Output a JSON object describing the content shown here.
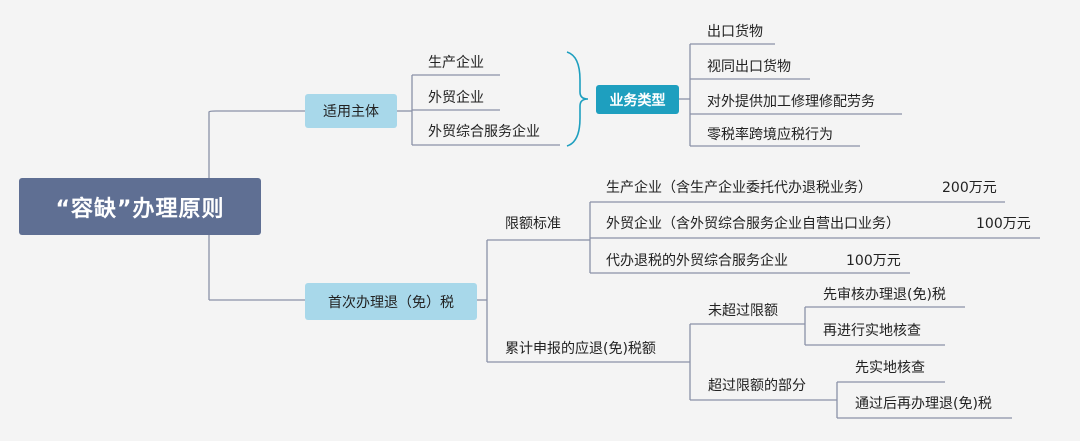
{
  "root": "“容缺”办理原则",
  "branches": {
    "subject": {
      "label": "适用主体",
      "items": [
        "生产企业",
        "外贸企业",
        "外贸综合服务企业"
      ],
      "tag": "业务类型",
      "types": [
        "出口货物",
        "视同出口货物",
        "对外提供加工修理修配劳务",
        "零税率跨境应税行为"
      ]
    },
    "first": {
      "label": "首次办理退（免）税",
      "limit": {
        "label": "限额标准",
        "items": [
          {
            "name": "生产企业（含生产企业委托代办退税业务）",
            "amount": "200万元"
          },
          {
            "name": "外贸企业（含外贸综合服务企业自营出口业务）",
            "amount": "100万元"
          },
          {
            "name": "代办退税的外贸综合服务企业",
            "amount": "100万元"
          }
        ]
      },
      "cumulative": {
        "label": "累计申报的应退(免)税额",
        "within": {
          "label": "未超过限额",
          "steps": [
            "先审核办理退(免)税",
            "再进行实地核查"
          ]
        },
        "over": {
          "label": "超过限额的部分",
          "steps": [
            "先实地核查",
            "通过后再办理退(免)税"
          ]
        }
      }
    }
  }
}
